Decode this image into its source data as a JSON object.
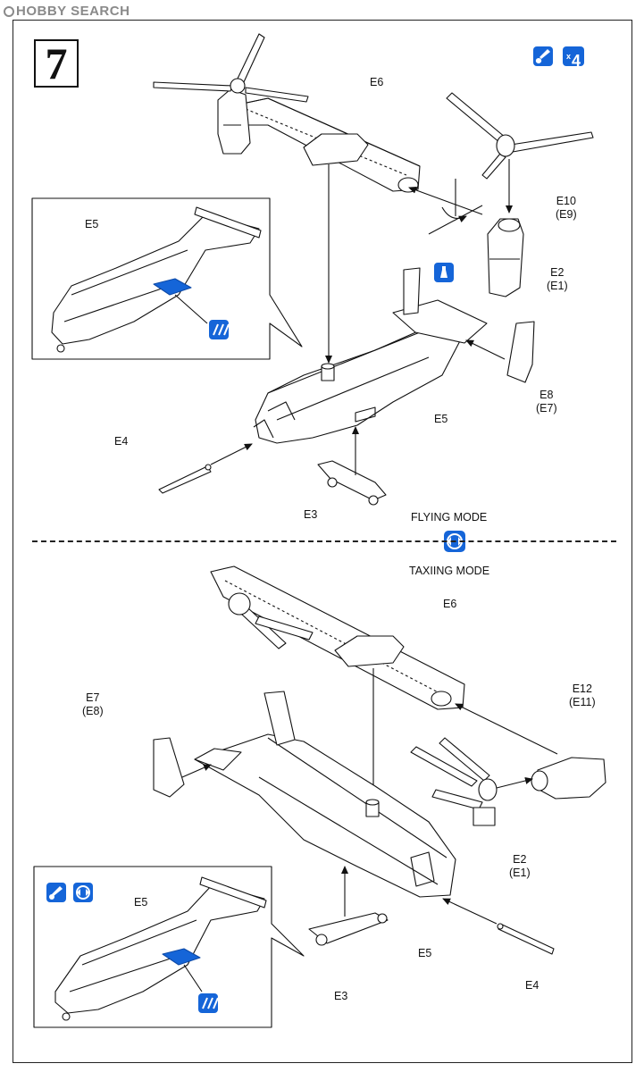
{
  "watermark": {
    "text": "HOBBY SEARCH"
  },
  "step": {
    "number": "7"
  },
  "top_icons": {
    "paint_icon": "paint-brush-icon",
    "count_label": "4",
    "count_prefix": "x"
  },
  "modes": {
    "flying": "FLYING MODE",
    "taxiing": "TAXIING MODE",
    "switch_icon": "mode-switch-icon"
  },
  "parts_top": {
    "e6": "E6",
    "e10": "E10",
    "e10_alt": "(E9)",
    "e2": "E2",
    "e2_alt": "(E1)",
    "e8": "E8",
    "e8_alt": "(E7)",
    "e5": "E5",
    "e4": "E4",
    "e3": "E3",
    "inset_e5": "E5"
  },
  "parts_bottom": {
    "e6": "E6",
    "e7": "E7",
    "e7_alt": "(E8)",
    "e12": "E12",
    "e12_alt": "(E11)",
    "e2": "E2",
    "e2_alt": "(E1)",
    "e5": "E5",
    "e3": "E3",
    "e4": "E4",
    "inset_e5": "E5"
  },
  "colors": {
    "accent": "#1565d8",
    "line": "#111111"
  }
}
